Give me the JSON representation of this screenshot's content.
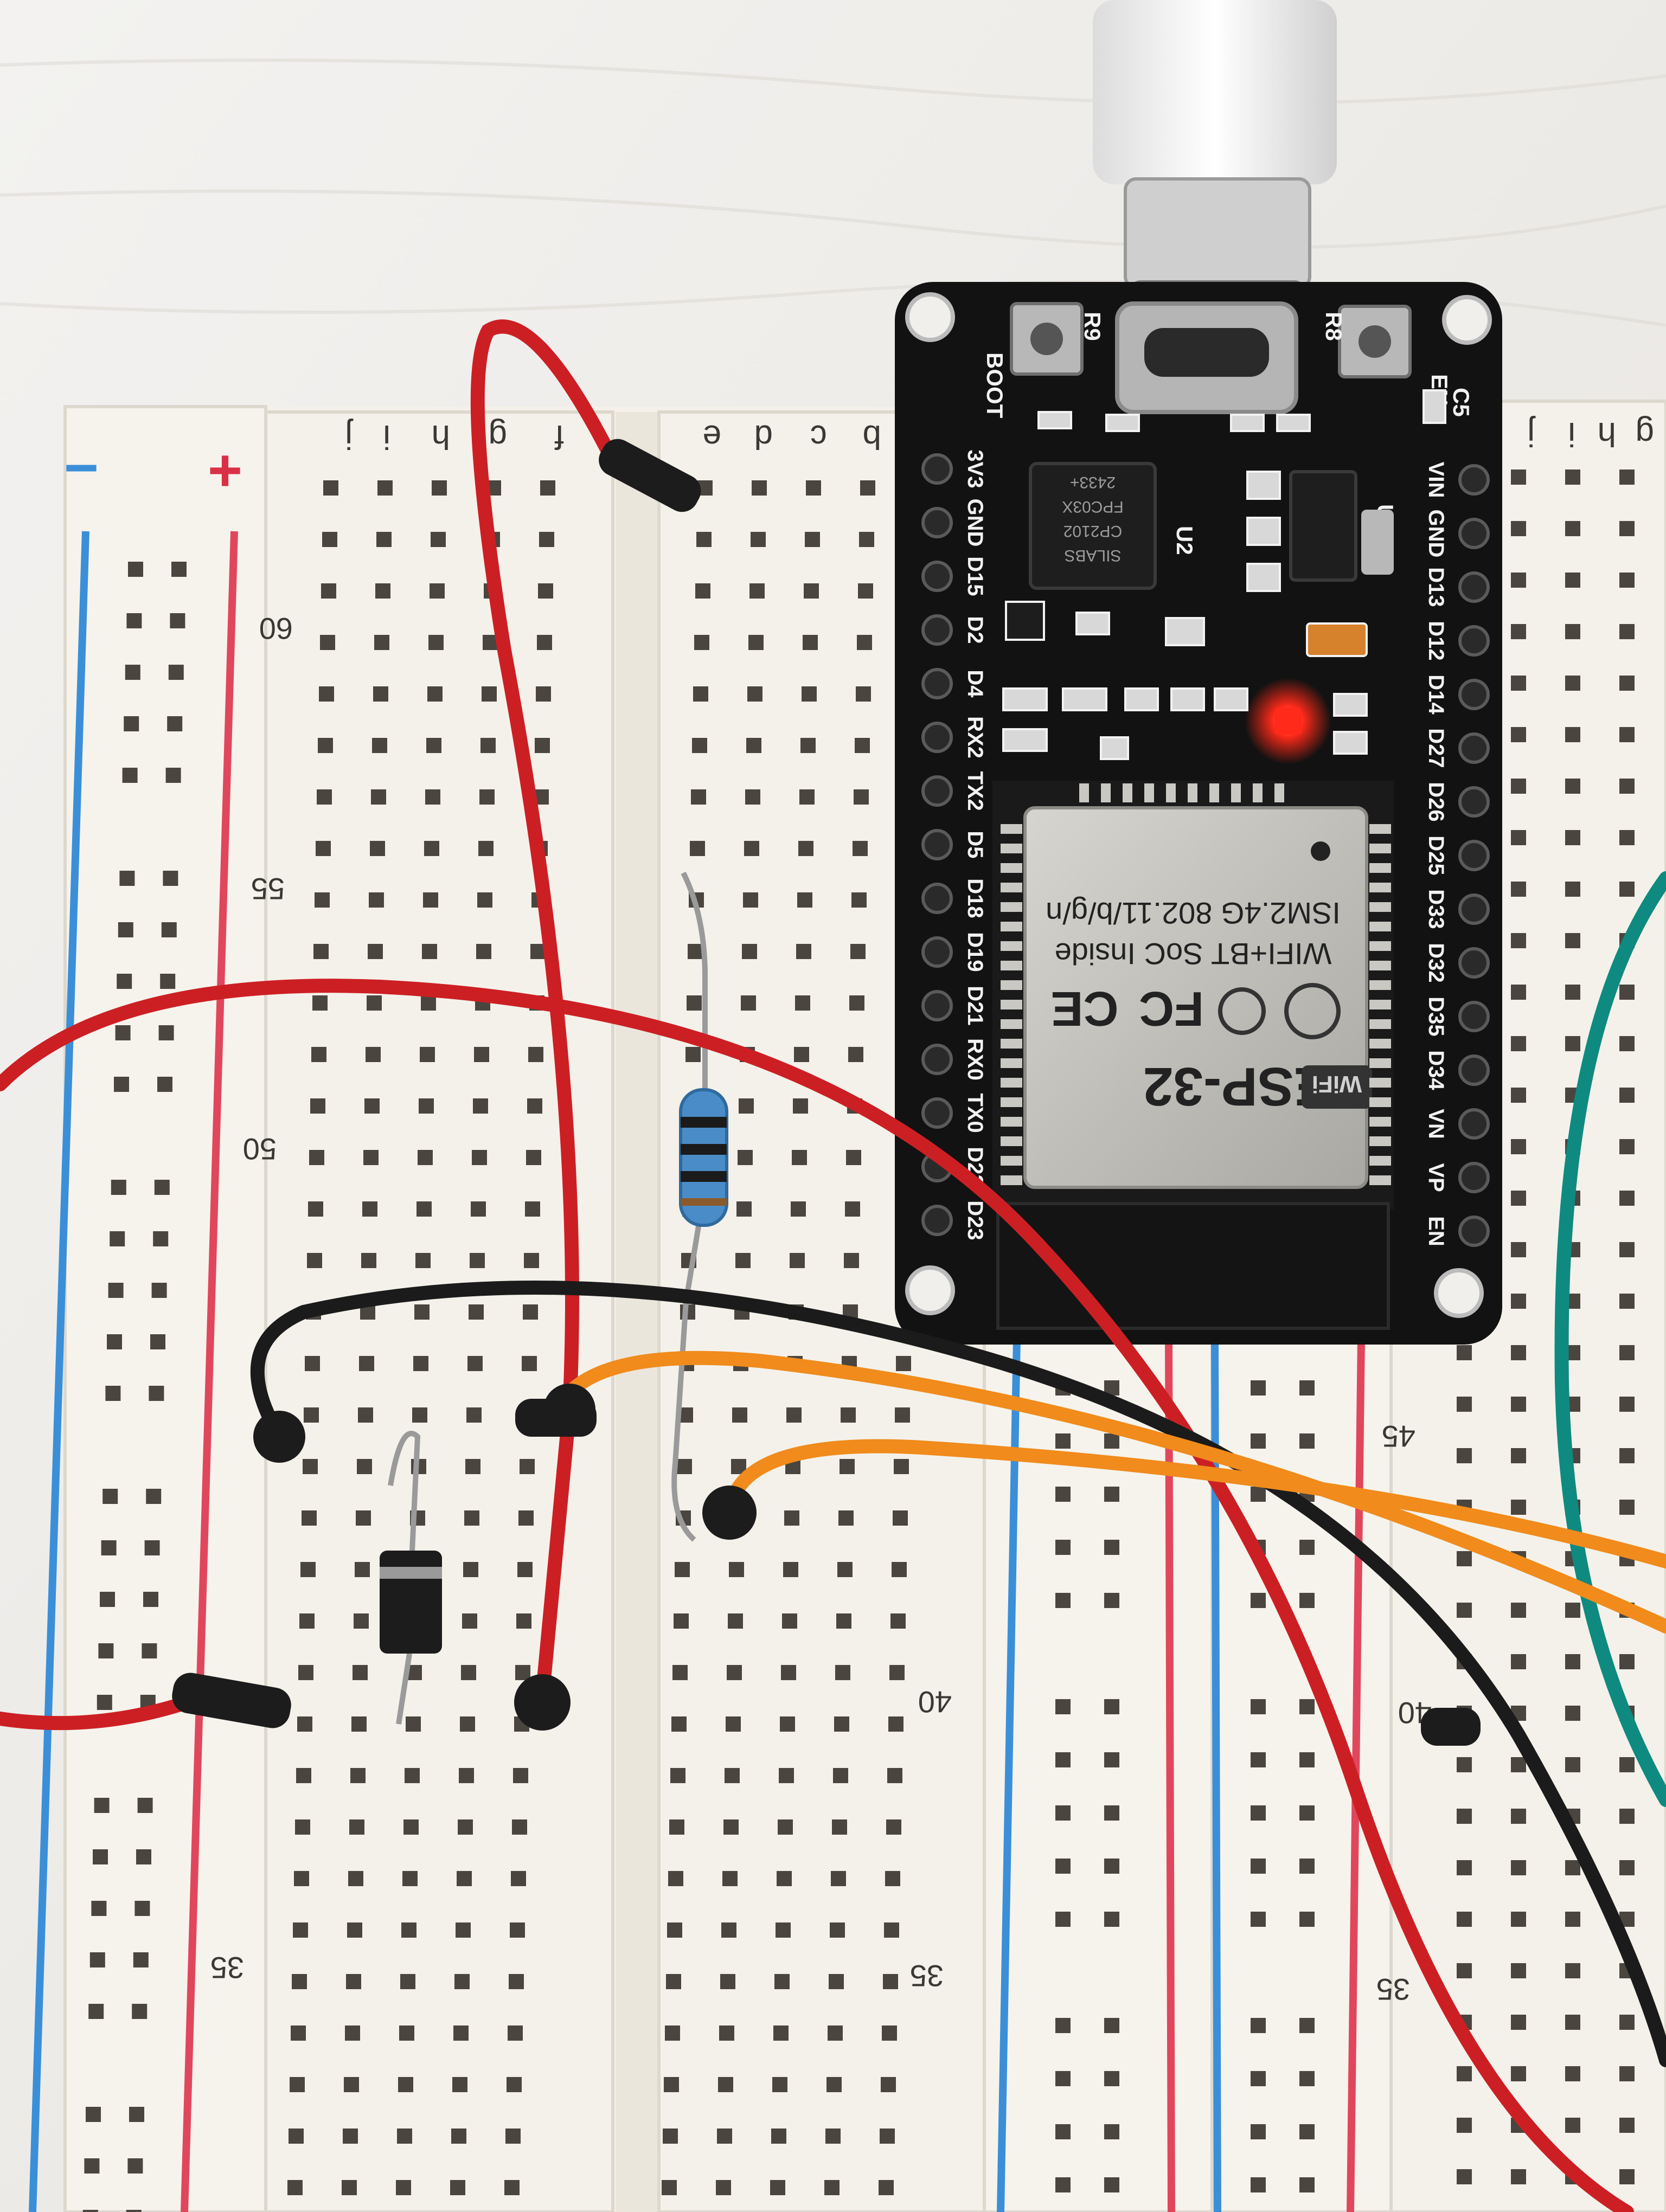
{
  "colors": {
    "table": "#f1efec",
    "breadboard": "#f4f1ea",
    "hole": "#4a463f",
    "rail_red": "#e0475c",
    "rail_blue": "#3a8fd8",
    "pcb": "#121212",
    "silk": "#f2f2f2",
    "shield": "#c9c8c3",
    "wire_red": "#cc1f24",
    "wire_black": "#1b1b1b",
    "wire_orange": "#f08b1c",
    "wire_teal": "#0f8a80",
    "led": "#ff2a1a"
  },
  "breadboard_left": {
    "rail_minus": "−",
    "rail_plus": "+",
    "column_letters": [
      "j",
      "i",
      "h",
      "g",
      "f",
      "e",
      "d",
      "c",
      "b"
    ],
    "row_labels": [
      "60",
      "55",
      "50",
      "40",
      "35",
      "35"
    ]
  },
  "breadboard_right": {
    "column_letters": [
      "j",
      "i",
      "h",
      "g"
    ],
    "row_labels": [
      "45",
      "40",
      "35"
    ]
  },
  "esp32": {
    "button_left": "BOOT",
    "button_right": "EN",
    "resistor_left": "R9",
    "resistor_right": "R8",
    "cap_label": "C5",
    "u1": "U1",
    "u2": "U2",
    "chip_text": [
      "2433+",
      "FPC03X",
      "CP2102",
      "SILABS"
    ],
    "left_pins": [
      "3V3",
      "GND",
      "D15",
      "D2",
      "D4",
      "RX2",
      "TX2",
      "D5",
      "D18",
      "D19",
      "D21",
      "RX0",
      "TX0",
      "D22",
      "D23"
    ],
    "right_pins": [
      "VIN",
      "GND",
      "D13",
      "D12",
      "D14",
      "D27",
      "D26",
      "D25",
      "D33",
      "D32",
      "D35",
      "D34",
      "VN",
      "VP",
      "EN"
    ],
    "module": {
      "line1": "ISM2.4G 802.11/b/g/n",
      "line2": "WIFI+BT SoC Inside",
      "ce": "CE",
      "fc": "FC",
      "wifi_badge": "WiFi",
      "model": "ESP-32"
    }
  }
}
